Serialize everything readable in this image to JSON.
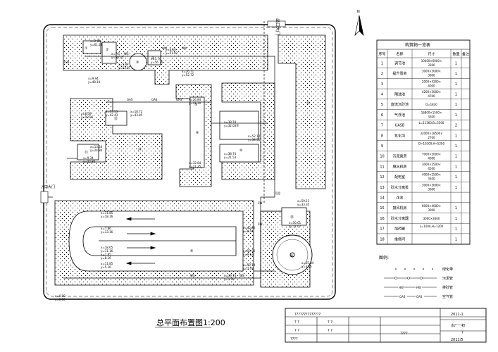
{
  "title": "总平面布置图1:200",
  "gates": {
    "exit_gate": "出口大门",
    "entrance_gate": "入口大门",
    "north": "N"
  },
  "table": {
    "title": "构筑物一览表",
    "headers": [
      "序号",
      "名称",
      "尺寸",
      "数量",
      "备注"
    ],
    "rows": [
      [
        "1",
        "调节池",
        "10400×6000×3300",
        "1",
        ""
      ],
      [
        "2",
        "提升泵房",
        "3000×3000×3000",
        "1",
        ""
      ],
      [
        "3",
        "",
        "2000×4200×4000",
        "1",
        ""
      ],
      [
        "4",
        "隔油池",
        "4200×3000×4700",
        "1",
        ""
      ],
      [
        "5",
        "旋流沉砂池",
        "D=1830",
        "1",
        ""
      ],
      [
        "6",
        "气浮池",
        "16800×1500×3300",
        "1",
        ""
      ],
      [
        "7",
        "UASB",
        "L=11360,B=5500",
        "2",
        ""
      ],
      [
        "8",
        "氧化沟",
        "32000×18500×2700",
        "1",
        ""
      ],
      [
        "9",
        "",
        "D=10300,H=5200",
        "1",
        ""
      ],
      [
        "10",
        "污泥泵房",
        "7000×5000×4000",
        "1",
        ""
      ],
      [
        "11",
        "脱水机房",
        "3000×2500×4500",
        "1",
        ""
      ],
      [
        "12",
        "配电室",
        "4000×2500×3500",
        "1",
        ""
      ],
      [
        "13",
        "砂水分离泵",
        "3000×3000×3000",
        "1",
        ""
      ],
      [
        "14",
        "花池",
        "",
        "",
        ""
      ],
      [
        "15",
        "鼓风机房",
        "6000×4000×3000",
        "1",
        ""
      ],
      [
        "16",
        "砂水分离器",
        "3000×3000",
        "1",
        ""
      ],
      [
        "17",
        "加药罐",
        "L=1000,H=1200",
        "1",
        ""
      ],
      [
        "18",
        "维修间",
        "",
        "1",
        ""
      ]
    ]
  },
  "legend": {
    "title": "图例:",
    "items": [
      {
        "name": "绿化带",
        "pattern": "dots"
      },
      {
        "name": "污泥管",
        "pattern": "circles"
      },
      {
        "name": "排砂管",
        "pattern": "HW"
      },
      {
        "name": "空气管",
        "pattern": "GAS"
      }
    ],
    "line_codes": {
      "hw": "HW",
      "gas": "GAS"
    }
  },
  "pipe_labels": {
    "ws": "WS",
    "hw": "HW",
    "gas": "GAS",
    "sw": "SW"
  },
  "plan_labels": {
    "isn": "1SN",
    "sludge_label": "污泥",
    "units": [
      "①",
      "②",
      "③",
      "④",
      "⑤",
      "⑥",
      "⑦",
      "⑧",
      "⑨",
      "⑩",
      "⑪",
      "⑫",
      "⑬",
      "⑭",
      "⑮",
      "⑯",
      "⑰",
      "⑱"
    ],
    "elevations": {
      "e1": "x=2.98",
      "e1b": "y=61.24",
      "e2": "x=5.87",
      "e2b": "y=53.97",
      "e3": "x=7.5",
      "e3b": "y=59.35",
      "e4": "x=6.50",
      "e4b": "y=57.82",
      "e5": "x=5.76",
      "e5b": "y=56.76",
      "e6": "x=26.71",
      "e6b": "y=52.72",
      "e7": "x=9.94",
      "e7b": "y=48.14",
      "e8": "x=6.39",
      "e8b": "y=43.96",
      "e9": "x=13.53",
      "e9b": "y=42.43",
      "e10": "x=18.72",
      "e10b": "y=43.85",
      "e11": "x=26.84",
      "e11b": "y=41.20",
      "e12": "x=38.74",
      "e12b": "y=32.03",
      "e13": "x=52.10",
      "e13b": "y=34.36",
      "e14": "x=38.74",
      "e14b": "y=21.53",
      "e15": "x=13.34",
      "e15b": "y=24.84",
      "e16": "x=9.34",
      "e16b": "y=22.86",
      "e17": "x=32.84",
      "e17b": "y=21.35",
      "e18": "x=59.11",
      "e18b": "y=33.35",
      "e19": "x=11.85",
      "e19b": "y=18.16",
      "e20": "x=7.86",
      "e20b": "y=13.16",
      "e21": "x=18.65",
      "e21b": "y=11.16",
      "e22": "x=7.85",
      "e22b": "y=8.16",
      "e23": "x=11.85",
      "e23b": "y=5.16",
      "e24": "x=45.86",
      "e24b": "y=8.44",
      "e25": "x=59.56",
      "e25b": "y=9.63",
      "e26": "x=50.61",
      "e26b": "y=11.07",
      "e27": "x=59.74",
      "e27b": "y=7.78",
      "e28": "x=39.74",
      "e28b": "y=1.90",
      "e29": "x=55.84",
      "e29b": "y=3.15",
      "e30": "x=0.00",
      "e30b": "y=0.00"
    }
  },
  "title_block": {
    "company": "??????????????",
    "row1a": "? ?",
    "row1b": "? ?",
    "row2a": "? ?",
    "row2b": "? ?",
    "row3a": "????",
    "center": "????",
    "drawing_no": "2011-1",
    "project": "水厂一初",
    "sheet": "?",
    "date": "2011/5"
  },
  "colors": {
    "line": "#000000",
    "background": "#ffffff"
  }
}
